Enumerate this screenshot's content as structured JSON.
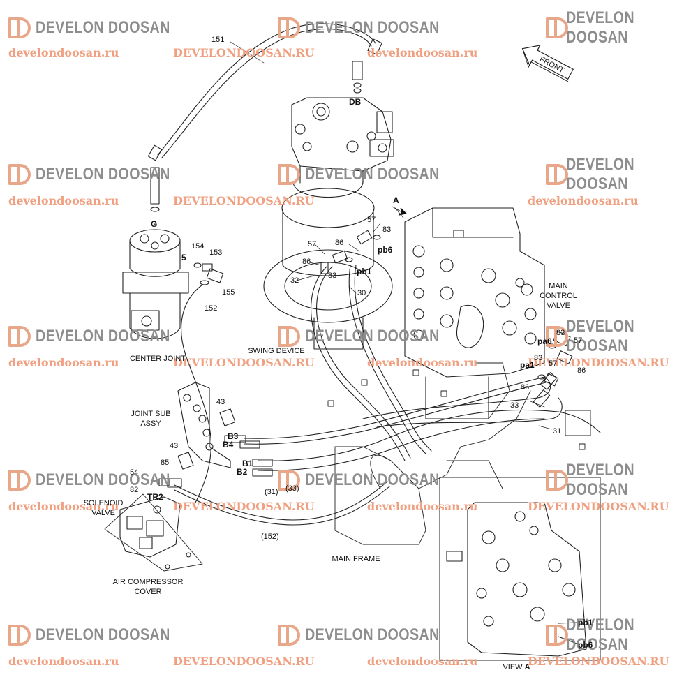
{
  "watermark": {
    "brand": "DEVELON DOOSAN",
    "url_lower": "develondoosan.ru",
    "url_upper": "DEVELONDOOSAN.RU",
    "colors": {
      "mark": "#e9a78a",
      "brand_text": "#8d8d8d",
      "url": "#f0a080"
    }
  },
  "orientation": {
    "front": "FRONT",
    "view_ref": "A"
  },
  "components": {
    "center_joint": "CENTER JOINT",
    "swing_device": "SWING DEVICE",
    "main_control_valve": "MAIN CONTROL\nVALVE",
    "joint_sub_assy": "JOINT SUB\nASSY",
    "solenoid_valve": "SOLENOID\nVALVE",
    "air_compressor_cover": "AIR COMPRESSOR\nCOVER",
    "main_frame": "MAIN FRAME",
    "view_a_prefix": "VIEW ",
    "view_a_letter": "A"
  },
  "callouts": {
    "c151": "151",
    "c152": "152",
    "c152p": "(152)",
    "c153": "153",
    "c154": "154",
    "c155": "155",
    "c5": "5",
    "cG": "G",
    "cDB": "DB",
    "c57a": "57",
    "c57b": "57",
    "c57c": "57",
    "c57d": "57",
    "c86a": "86",
    "c86b": "86",
    "c86c": "86",
    "c86d": "86",
    "c83a": "83",
    "c83b": "83",
    "c83c": "83",
    "c83d": "83",
    "c32": "32",
    "c30": "30",
    "c33": "33",
    "c31": "31",
    "c31p": "(31)",
    "c33p": "(33)",
    "c43a": "43",
    "c43b": "43",
    "c85": "85",
    "c54": "54",
    "c82": "82",
    "cTR2": "TR2",
    "pb1": "pb1",
    "pb6": "pb6",
    "pa6": "pa6",
    "pa1": "pa1",
    "B1": "B1",
    "B2": "B2",
    "B3": "B3",
    "B4": "B4",
    "vpb1": "pb1",
    "vpb6": "pb6"
  }
}
